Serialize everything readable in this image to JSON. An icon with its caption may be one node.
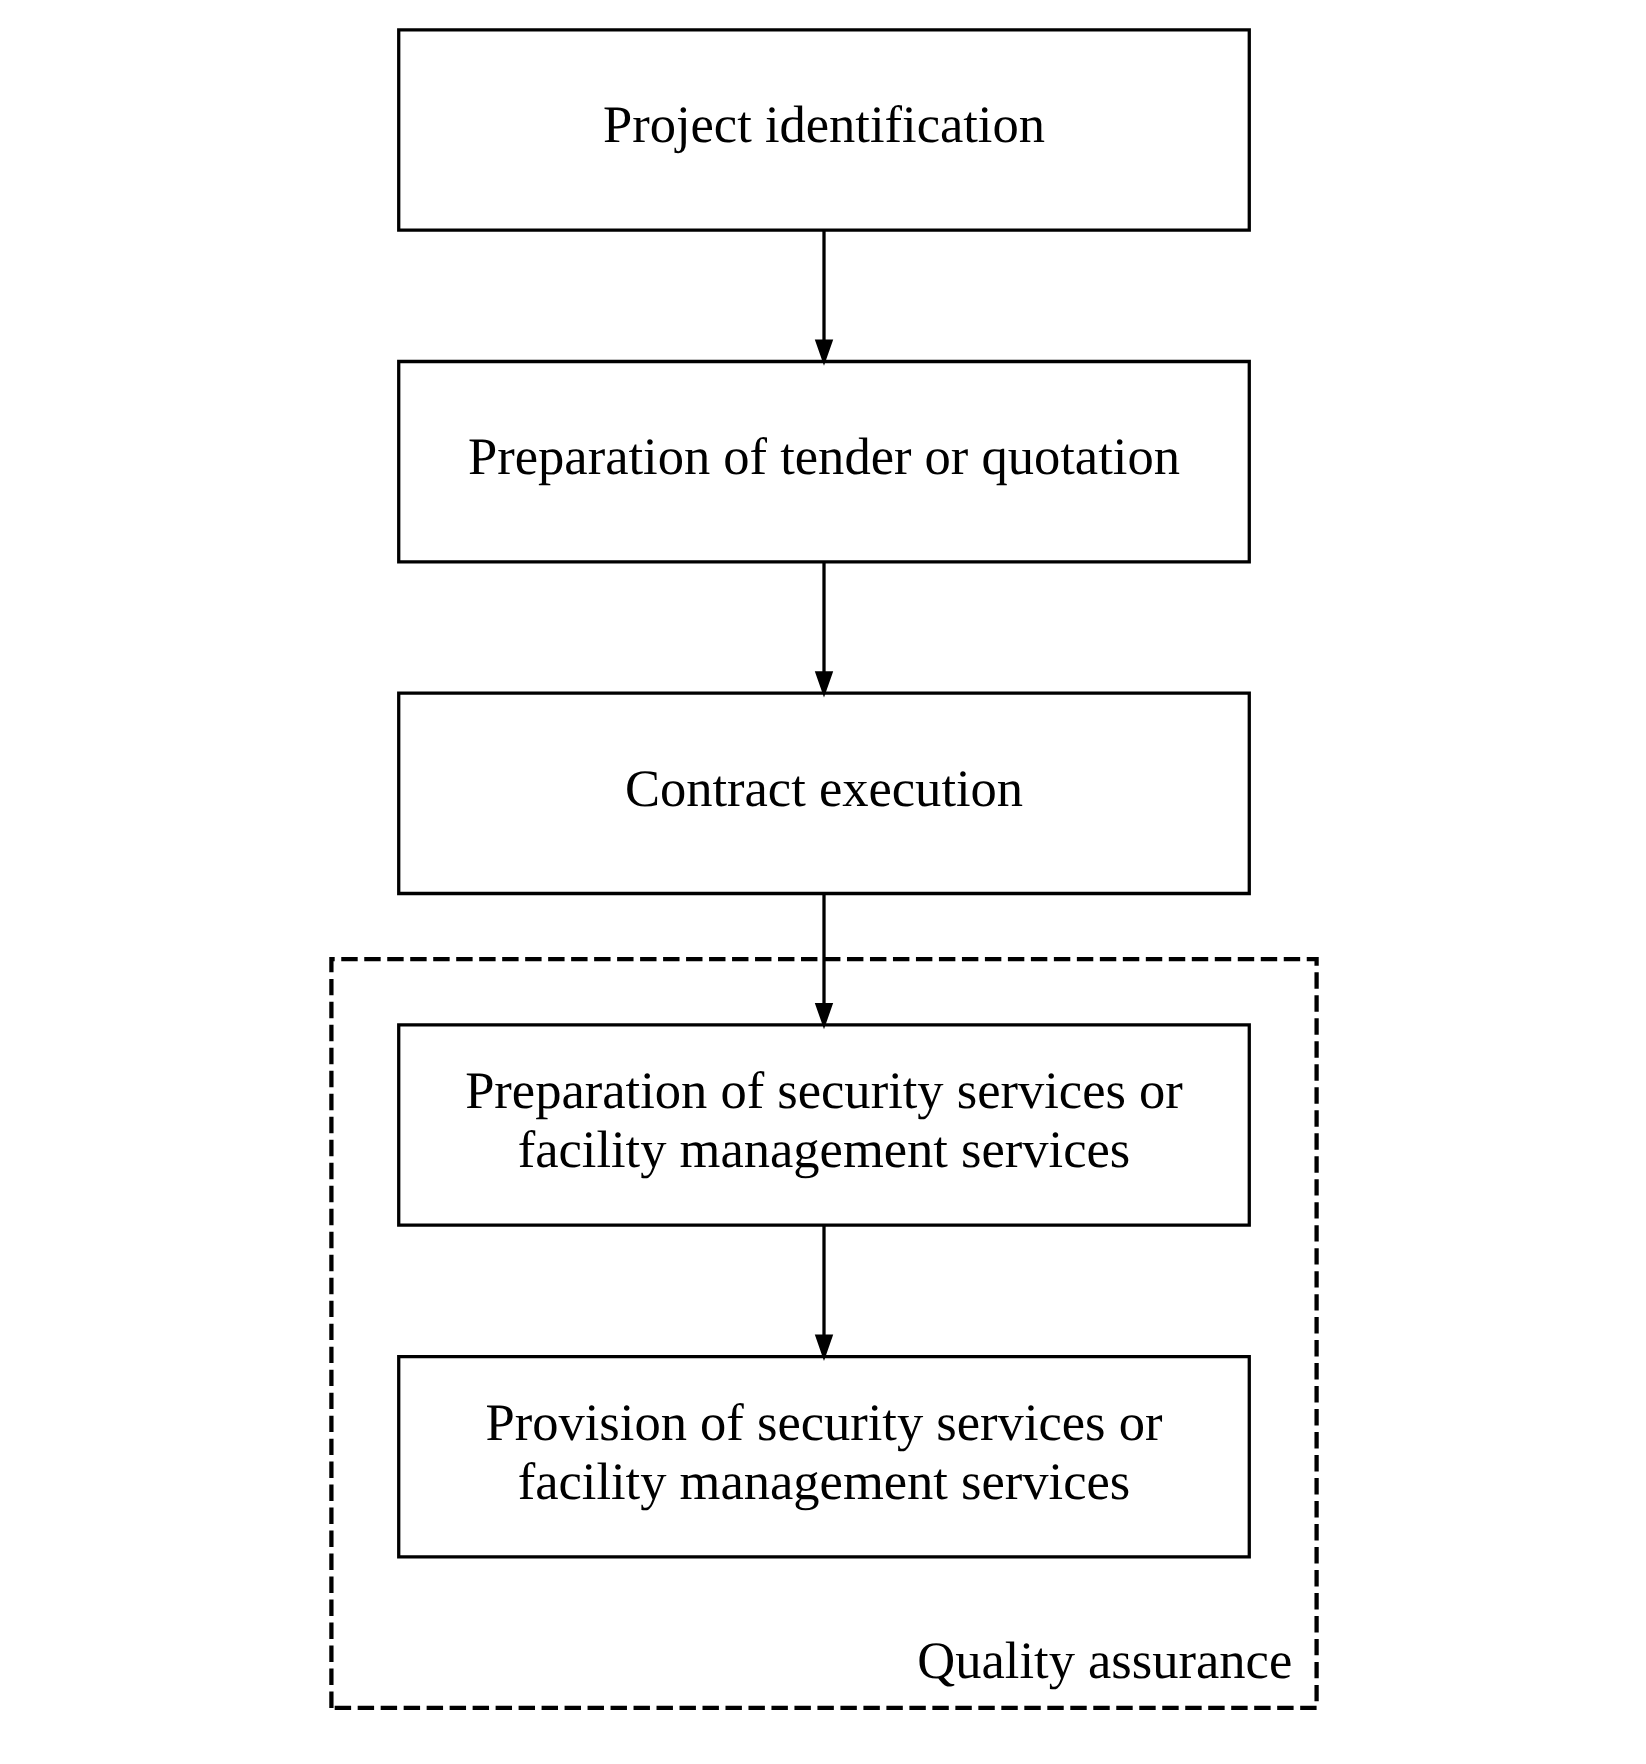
{
  "diagram": {
    "nodes": [
      {
        "text": [
          "Project identification"
        ]
      },
      {
        "text": [
          "Preparation of tender or quotation"
        ]
      },
      {
        "text": [
          "Contract execution"
        ]
      },
      {
        "text": [
          "Quality assurance"
        ]
      },
      {
        "text": [
          "Preparation of security services or facility management services"
        ],
        "in": 3
      },
      {
        "text": [
          "Provision of security services or facility management services"
        ],
        "in": 3
      }
    ],
    "edges": [
      {
        "from": 0,
        "to": 1,
        "arrow": "to"
      },
      {
        "from": 1,
        "to": 2,
        "arrow": "to"
      },
      {
        "from": 2,
        "to": 4,
        "arrow": "to"
      },
      {
        "from": 4,
        "to": 5,
        "arrow": "to"
      }
    ]
  }
}
